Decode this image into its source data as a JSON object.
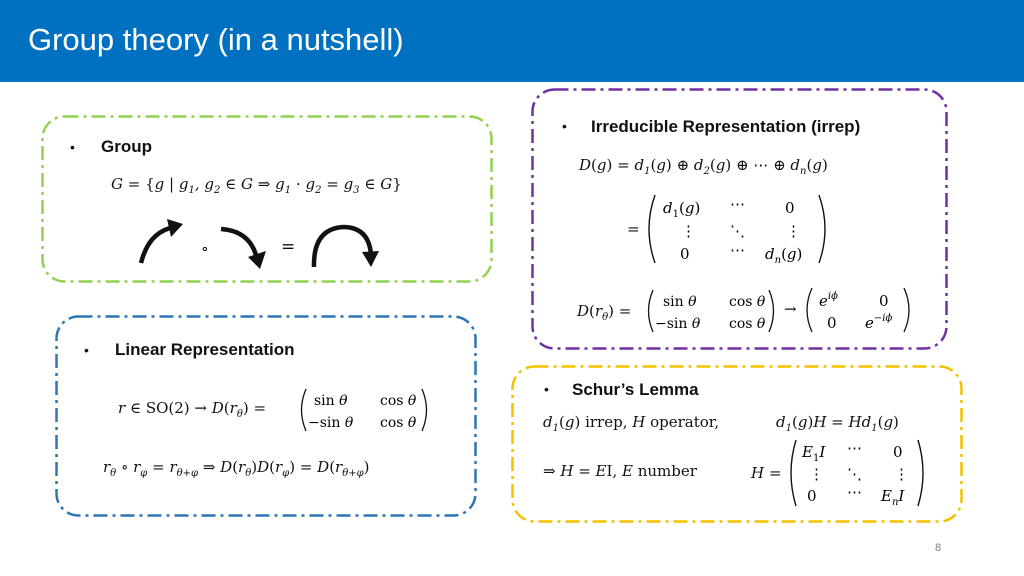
{
  "slide": {
    "title": "Group theory (in a nutshell)",
    "page_number": "8",
    "colors": {
      "header": "#0070c0",
      "group": "#92d050",
      "linear": "#2e75b6",
      "irrep": "#7030a0",
      "schur": "#f2c200"
    }
  },
  "group": {
    "bullet": "•",
    "heading": "Group",
    "compose_symbol": "∘",
    "equals_symbol": "="
  },
  "linear": {
    "bullet": "•",
    "heading": "Linear Representation"
  },
  "irrep": {
    "bullet": "•",
    "heading": "Irreducible Representation (irrep)"
  },
  "schur": {
    "bullet": "•",
    "heading": "Schur’s Lemma",
    "line1a": "irrep, ",
    "line1b": "operator,",
    "number_word": "number"
  }
}
